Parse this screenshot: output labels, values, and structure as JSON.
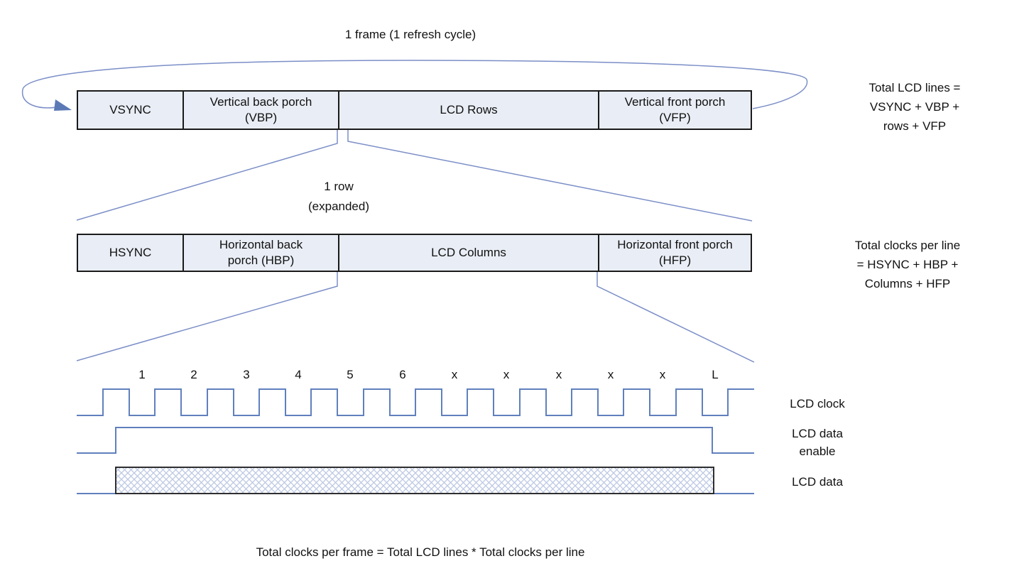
{
  "title": "1 frame (1 refresh cycle)",
  "frame_bar": {
    "cells": [
      {
        "label": "VSYNC"
      },
      {
        "label": "Vertical back porch\n(VBP)"
      },
      {
        "label": "LCD Rows"
      },
      {
        "label": "Vertical front porch\n(VFP)"
      }
    ]
  },
  "frame_note": "Total LCD lines =\nVSYNC + VBP +\nrows + VFP",
  "row_expand_label": "1 row\n(expanded)",
  "line_bar": {
    "cells": [
      {
        "label": "HSYNC"
      },
      {
        "label": "Horizontal back\nporch (HBP)"
      },
      {
        "label": "LCD Columns"
      },
      {
        "label": "Horizontal front porch\n(HFP)"
      }
    ]
  },
  "line_note": "Total clocks per line\n= HSYNC + HBP +\nColumns + HFP",
  "waveform": {
    "clock_labels": [
      "1",
      "2",
      "3",
      "4",
      "5",
      "6",
      "x",
      "x",
      "x",
      "x",
      "x",
      "L"
    ],
    "clock_name": "LCD clock",
    "data_enable_name": "LCD data\nenable",
    "data_name": "LCD data"
  },
  "footer": "Total clocks per frame = Total LCD lines * Total clocks per line",
  "colors": {
    "waveform_blue": "#6080bd",
    "connector_blue": "#7b8ec7",
    "cell_fill": "#e9edf5",
    "hatch_blue": "#bcc8e3",
    "border_black": "#1a1a1a",
    "text": "#111111"
  }
}
